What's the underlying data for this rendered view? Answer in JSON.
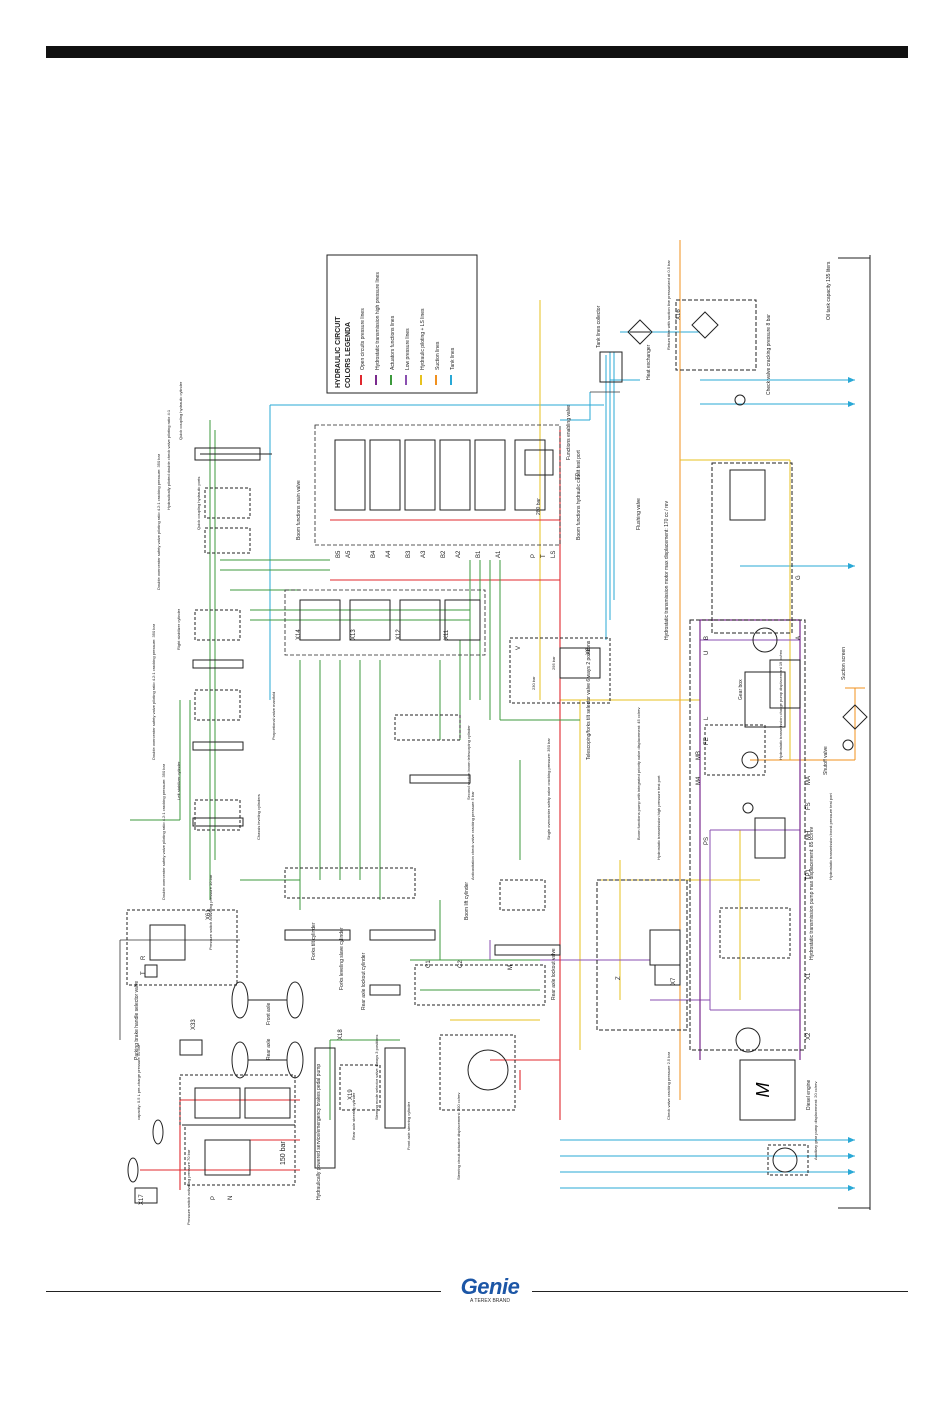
{
  "legend": {
    "title": "HYDRAULIC CIRCUIT COLORS LEGENDA",
    "items": [
      {
        "label": "Open circuits pressure lines",
        "color": "#e0282e"
      },
      {
        "label": "Hydrostatic transmission high pressure lines",
        "color": "#7a2a8e"
      },
      {
        "label": "Actuators functions lines",
        "color": "#3c9a3c"
      },
      {
        "label": "Low pressure lines",
        "color": "#8a4fb0"
      },
      {
        "label": "Hydraulic piloting + LS lines",
        "color": "#e7c21f"
      },
      {
        "label": "Suction lines",
        "color": "#f0901e"
      },
      {
        "label": "Tank lines",
        "color": "#29a8d6"
      }
    ]
  },
  "labels": {
    "tank_collector": "Tank lines collector",
    "heat_exchanger": "Heat exchanger",
    "return_filter": "Return filter with suction line pressurized at 0.5 bar",
    "oil_tank": "Oil tank capacity 135 liters",
    "check_valve_8": "Check valve cracking pressure 8 bar",
    "functions_enabling_valve": "Functions enabling valve",
    "boom_main_valve": "Boom functions main valve",
    "boom_test_port": "Boom functions hydraulic circuit test port",
    "proportional_manifold": "Proportional valve manifold",
    "quick_coupling_cyl": "Quick coupling hydraulic cylinder",
    "quick_coupling_ports": "Quick coupling hydraulic ports",
    "hyd_piloted_check": "Hydraulically piloted double check valve piloting ratio 4:1",
    "right_stab_cyl": "Right stabilizer cylinder",
    "left_stab_cyl": "Left stabilizer cylinder",
    "double_overcenter_350": "Double overcenter safety valve piloting ratio 4.2:1 cracking pressure: 350 bar",
    "chassis_leveling_cyl": "Chassis leveling cylinders",
    "flushing_valve": "Flushing valve",
    "hydro_motor": "Hydrostatic transmission motor max displacement: 170 cc / rev",
    "gear_box": "Gear box",
    "suction_screen": "Suction screen",
    "shutoff_valve": "Shutoff valve",
    "charge_pump": "Hydrostatic transmission charge pump displacement 19 cc/rev",
    "telescoping_selector": "Telescoping/forks tilt selector valve 6 ways 2 positions",
    "second_section": "Second section boom telescoping cylinder",
    "boom_pump": "Boom functions pump with integrated priority valve displacement: 45 cc/rev",
    "hydro_pump": "Hydrostatic transmission pump max displacement: 85 cc/rev",
    "hp_test_port": "Hydrostatic transmission high pressure test port",
    "boost_test_port": "Hydrostatic transmission boost pressure test port",
    "boom_lift_cyl": "Boom lift cylinder",
    "single_overcenter": "Single overcenter safety valve cracking pressure: 350 bar",
    "anticavitation": "Anticavitation check valve cracking pressure 5 bar",
    "forks_tilt_cyl": "Forks tilt cylinder",
    "forks_leveling_slave": "Forks leveling slave cylinder",
    "rear_axle_lockout_cyl": "Rear axle lockout cylinder",
    "rear_axle_lockout_valve": "Rear axle lockout valve",
    "front_axle": "Front axle",
    "rear_axle": "Rear axle",
    "parking_brake_selector": "Parking brake handle selector valve",
    "pressure_switch_10": "Pressure switch activating pressure 10 bar",
    "steering_selector": "Steering mode selector valve 4 ways 3 positions",
    "steering_actuator": "Steering circuit actuator displacement: 200 cc/rev",
    "front_steer_cyl": "Front axle steering cylinder",
    "rear_steer_cyl": "Rear axle steering cylinder",
    "diesel_engine": "Diesel engine",
    "aux_gear_pump": "Auxiliary gear pump displacement: 20 cc/rev",
    "check_valve_2_5": "Check valve cracking pressure 2.5 bar",
    "brakes_pedal_pump": "Hydraulically powered service/emergency brakes pedal pump",
    "relief_150": "150 bar",
    "accumulator": "capacity: 0.5 L pre-charge pressure 50 bar",
    "pressure_switch_70": "Pressure switch activating pressure 70 bar",
    "relief_280": "280 bar",
    "relief_230": "230 bar",
    "relief_295": "295 bar"
  },
  "ports": [
    "B5",
    "B4",
    "B3",
    "B2",
    "B1",
    "A5",
    "A4",
    "A3",
    "A2",
    "A1",
    "P",
    "T",
    "TP",
    "LS",
    "X8",
    "X7",
    "X14",
    "X13",
    "X12",
    "X11",
    "X16",
    "X17",
    "X18",
    "X19",
    "X61",
    "X33",
    "R",
    "T",
    "P",
    "N",
    "Z",
    "M",
    "C1",
    "C2",
    "M4",
    "MA",
    "MB",
    "MH",
    "FS",
    "FE",
    "PS",
    "TP1",
    "X1",
    "X2",
    "G",
    "A",
    "B",
    "U",
    "L",
    "V"
  ],
  "engine_symbol": "M",
  "brand": {
    "name": "Genie",
    "tagline": "A TEREX BRAND",
    "color": "#1c56a6"
  }
}
